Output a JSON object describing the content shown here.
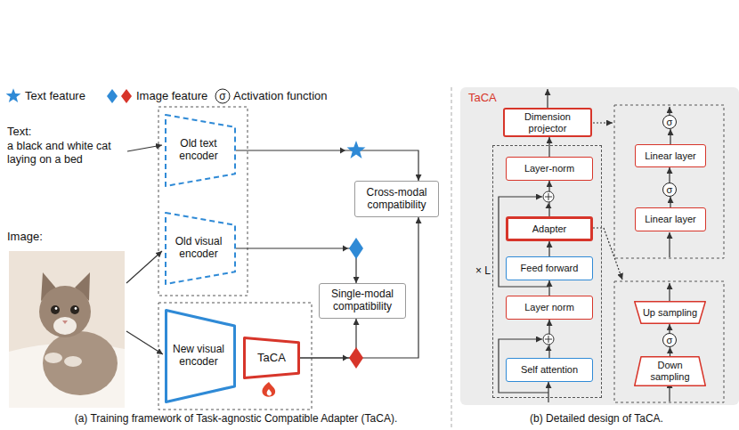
{
  "diagram": {
    "nodes": [
      {
        "text": [
          "Old text encoder"
        ]
      },
      {
        "text": [
          "Old visual encoder"
        ]
      },
      {
        "text": [
          "New visual encoder"
        ]
      },
      {
        "text": [
          "TaCA"
        ]
      },
      {
        "text": [
          "Cross-modal compatibility"
        ]
      },
      {
        "text": [
          "Single-modal compatibility"
        ]
      },
      {
        "text": [
          "TaCA"
        ]
      },
      {
        "text": [
          "Dimension projector"
        ],
        "in": 6
      },
      {
        "text": [
          "× L"
        ],
        "in": 6
      },
      {
        "text": [
          "Layer-norm"
        ],
        "in": 8
      },
      {
        "text": [
          "Adapter"
        ],
        "in": 8
      },
      {
        "text": [
          "Feed forward"
        ],
        "in": 8
      },
      {
        "text": [
          "Layer norm"
        ],
        "in": 8
      },
      {
        "text": [
          "Self attention"
        ],
        "in": 8
      },
      {
        "text": [
          "σ"
        ],
        "in": 6
      },
      {
        "text": [
          "Linear layer"
        ],
        "in": 6
      },
      {
        "text": [
          "σ"
        ],
        "in": 6
      },
      {
        "text": [
          "Linear layer"
        ],
        "in": 6
      },
      {
        "text": [
          "Up sampling"
        ],
        "in": 6
      },
      {
        "text": [
          "σ"
        ],
        "in": 6
      },
      {
        "text": [
          "Down sampling"
        ],
        "in": 6
      }
    ],
    "edges": [
      {
        "from": 0,
        "to": 4,
        "arrow": "to"
      },
      {
        "from": 1,
        "to": 5,
        "arrow": "to"
      },
      {
        "from": 3,
        "to": 5,
        "arrow": "to"
      },
      {
        "from": 3,
        "to": 4,
        "arrow": "to"
      },
      {
        "from": 13,
        "to": 12,
        "arrow": "to"
      },
      {
        "from": 12,
        "to": 11,
        "arrow": "to"
      },
      {
        "from": 11,
        "to": 10,
        "arrow": "to"
      },
      {
        "from": 10,
        "to": 9,
        "arrow": "to"
      },
      {
        "from": 9,
        "to": 7,
        "arrow": "to"
      },
      {
        "from": 17,
        "to": 16,
        "arrow": "to"
      },
      {
        "from": 16,
        "to": 15,
        "arrow": "to"
      },
      {
        "from": 15,
        "to": 14,
        "arrow": "to"
      },
      {
        "from": 20,
        "to": 19,
        "arrow": "to"
      },
      {
        "from": 19,
        "to": 18,
        "arrow": "to"
      }
    ],
    "labels": [
      "Text:",
      "a black and white cat laying on a bed",
      "Image:",
      "σ",
      "(a) Training framework of Task-agnostic Compatible Adapter (TaCA).",
      "(b) Detailed design of TaCA."
    ],
    "legend": [
      {
        "text": "Text feature"
      },
      {
        "text": "Image feature"
      },
      {
        "text": "Activation function"
      }
    ]
  }
}
